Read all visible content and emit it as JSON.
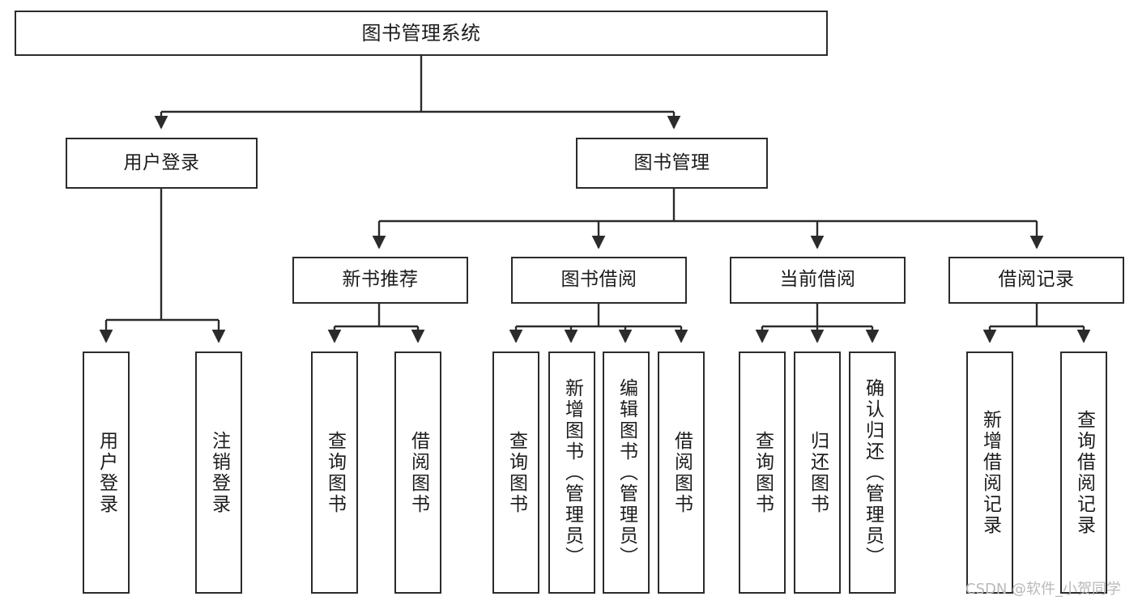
{
  "diagram": {
    "type": "tree-hierarchy",
    "title": "图书管理系统",
    "watermark": "CSDN @软件_小贺同学",
    "colors": {
      "box_border": "#2b2b2b",
      "box_fill": "#ffffff",
      "connector": "#2b2b2b",
      "text": "#1c1c1c",
      "watermark": "#b9b9b9",
      "background": "#ffffff"
    },
    "nodes": {
      "root": {
        "label": "图书管理系统",
        "level": 1
      },
      "l2": [
        {
          "id": "user-login",
          "label": "用户登录",
          "level": 2
        },
        {
          "id": "book-management",
          "label": "图书管理",
          "level": 2
        }
      ],
      "l3": [
        {
          "id": "new-book-recommend",
          "label": "新书推荐",
          "level": 3,
          "parent": "book-management"
        },
        {
          "id": "book-borrow",
          "label": "图书借阅",
          "level": 3,
          "parent": "book-management"
        },
        {
          "id": "current-borrow",
          "label": "当前借阅",
          "level": 3,
          "parent": "book-management"
        },
        {
          "id": "borrow-record",
          "label": "借阅记录",
          "level": 3,
          "parent": "book-management"
        }
      ],
      "leaves": [
        {
          "id": "leaf-user-login",
          "label": "用户登录",
          "parent": "user-login"
        },
        {
          "id": "leaf-logout",
          "label": "注销登录",
          "parent": "user-login"
        },
        {
          "id": "leaf-query-book-1",
          "label": "查询图书",
          "parent": "new-book-recommend"
        },
        {
          "id": "leaf-borrow-book-1",
          "label": "借阅图书",
          "parent": "new-book-recommend"
        },
        {
          "id": "leaf-query-book-2",
          "label": "查询图书",
          "parent": "book-borrow"
        },
        {
          "id": "leaf-add-book",
          "label": "新增图书（管理员）",
          "parent": "book-borrow"
        },
        {
          "id": "leaf-edit-book",
          "label": "编辑图书（管理员）",
          "parent": "book-borrow"
        },
        {
          "id": "leaf-borrow-book-2",
          "label": "借阅图书",
          "parent": "book-borrow"
        },
        {
          "id": "leaf-query-book-3",
          "label": "查询图书",
          "parent": "current-borrow"
        },
        {
          "id": "leaf-return-book",
          "label": "归还图书",
          "parent": "current-borrow"
        },
        {
          "id": "leaf-confirm-return",
          "label": "确认归还（管理员）",
          "parent": "current-borrow"
        },
        {
          "id": "leaf-add-record",
          "label": "新增借阅记录",
          "parent": "borrow-record"
        },
        {
          "id": "leaf-query-record",
          "label": "查询借阅记录",
          "parent": "borrow-record"
        }
      ]
    }
  }
}
